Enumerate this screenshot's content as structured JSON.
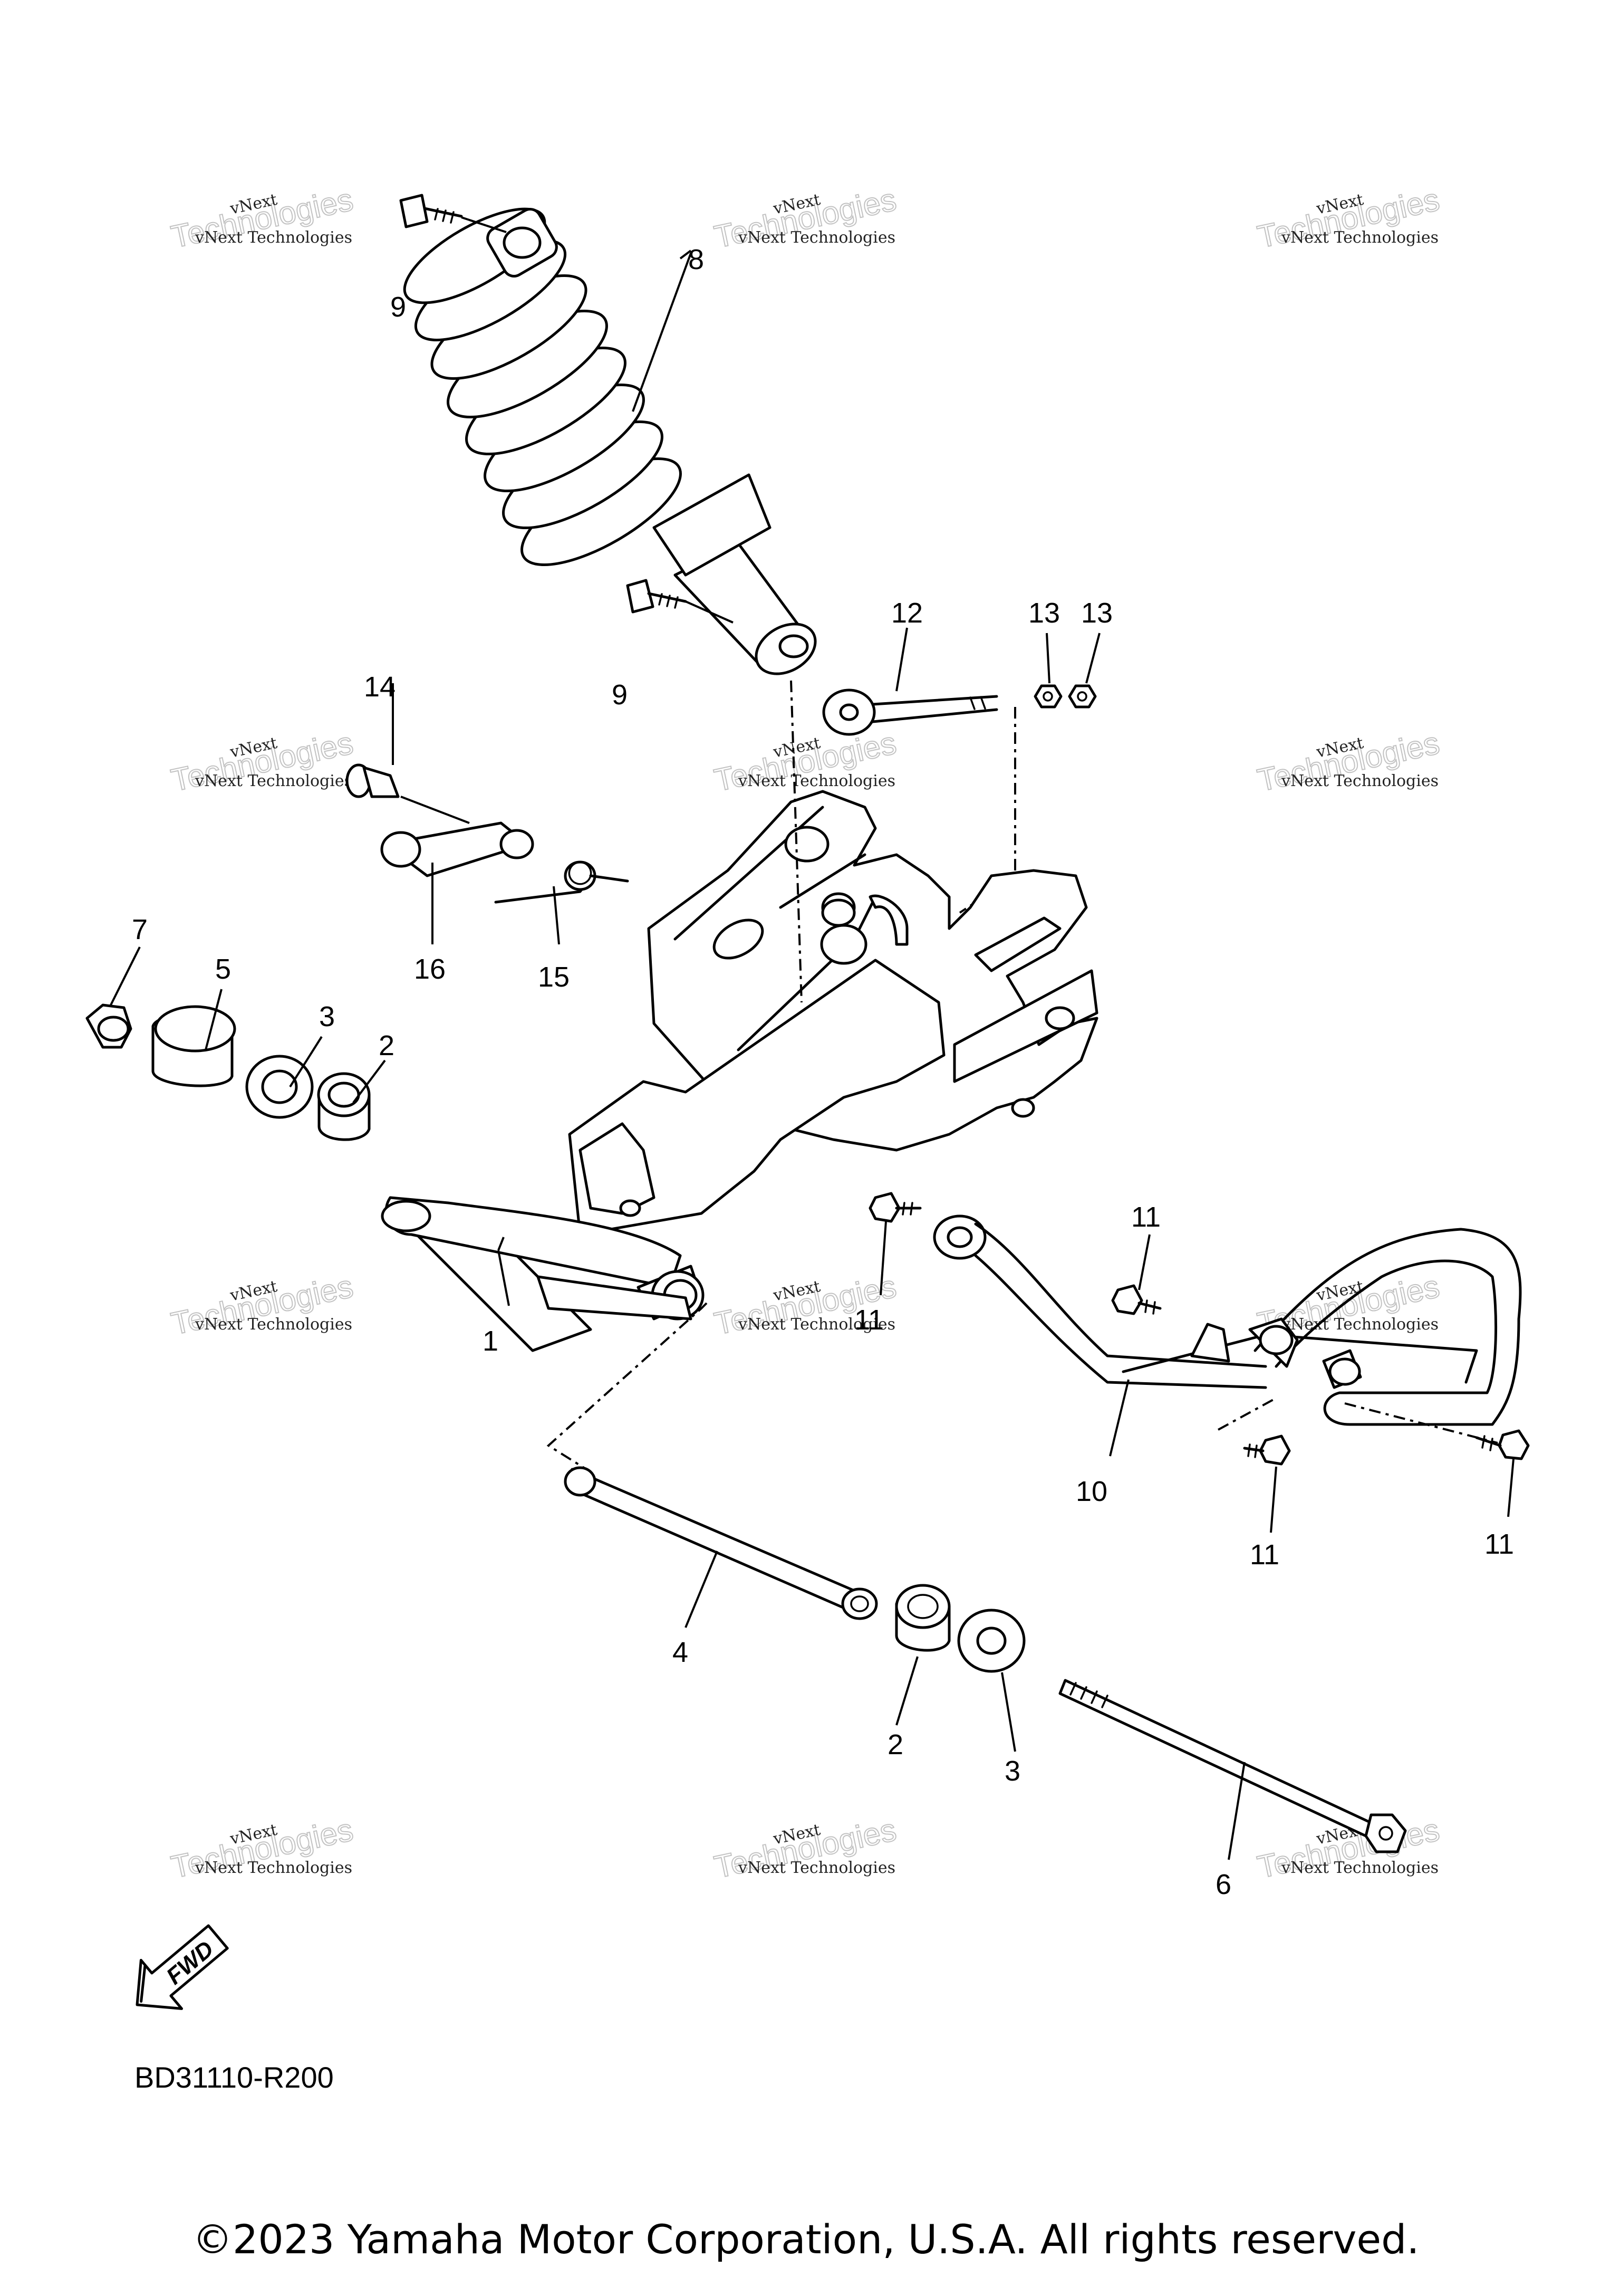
{
  "diagram": {
    "callouts": [
      {
        "id": "c1",
        "text": "1"
      },
      {
        "id": "c2a",
        "text": "2"
      },
      {
        "id": "c2b",
        "text": "2"
      },
      {
        "id": "c3a",
        "text": "3"
      },
      {
        "id": "c3b",
        "text": "3"
      },
      {
        "id": "c4",
        "text": "4"
      },
      {
        "id": "c5",
        "text": "5"
      },
      {
        "id": "c6",
        "text": "6"
      },
      {
        "id": "c7",
        "text": "7"
      },
      {
        "id": "c8",
        "text": "8"
      },
      {
        "id": "c9a",
        "text": "9"
      },
      {
        "id": "c9b",
        "text": "9"
      },
      {
        "id": "c10",
        "text": "10"
      },
      {
        "id": "c11a",
        "text": "11"
      },
      {
        "id": "c11b",
        "text": "11"
      },
      {
        "id": "c11c",
        "text": "11"
      },
      {
        "id": "c11d",
        "text": "11"
      },
      {
        "id": "c12",
        "text": "12"
      },
      {
        "id": "c13a",
        "text": "13"
      },
      {
        "id": "c13b",
        "text": "13"
      },
      {
        "id": "c14",
        "text": "14"
      },
      {
        "id": "c15",
        "text": "15"
      },
      {
        "id": "c16",
        "text": "16"
      }
    ],
    "fwd_label": "FWD",
    "drawing_code": "BD31110-R200",
    "copyright": "©2023 Yamaha Motor Corporation, U.S.A. All rights reserved.",
    "watermark": {
      "small": "vNext Technologies",
      "large": "Technologies",
      "top": "vNext"
    }
  }
}
